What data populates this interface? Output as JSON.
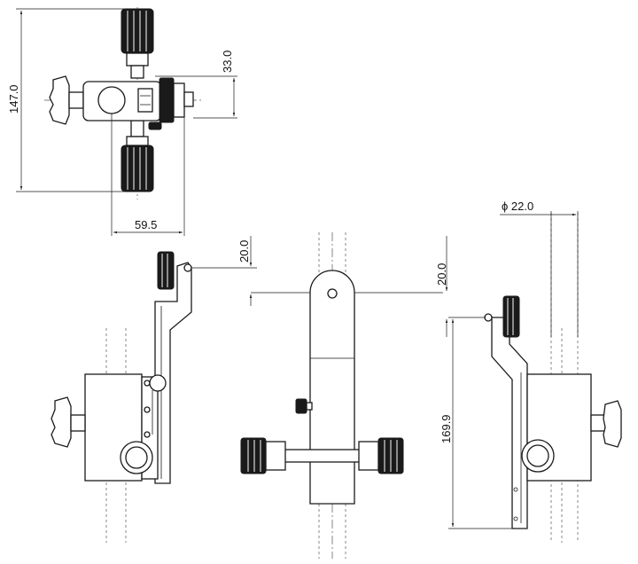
{
  "dimensions": {
    "overall_height_top": "147.0",
    "knob_offset": "33.0",
    "width": "59.5",
    "offset_side_left": "20.0",
    "offset_front": "20.0",
    "diameter": "ϕ 22.0",
    "height_side_right": "169.9"
  }
}
